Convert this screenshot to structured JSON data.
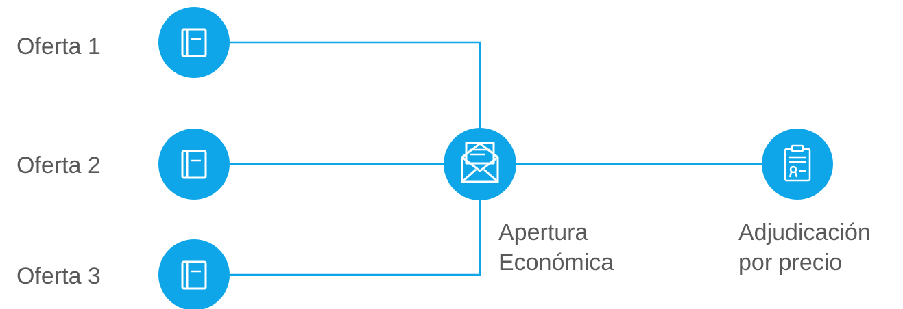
{
  "colors": {
    "accent": "#0ea5e9",
    "text": "#595959",
    "icon_fg": "#ffffff"
  },
  "offers": [
    {
      "label": "Oferta 1",
      "icon": "document-icon"
    },
    {
      "label": "Oferta 2",
      "icon": "document-icon"
    },
    {
      "label": "Oferta 3",
      "icon": "document-icon"
    }
  ],
  "opening": {
    "icon": "open-envelope-icon",
    "line1": "Apertura",
    "line2": "Económica"
  },
  "award": {
    "icon": "clipboard-certificate-icon",
    "line1": "Adjudicación",
    "line2": "por precio"
  }
}
